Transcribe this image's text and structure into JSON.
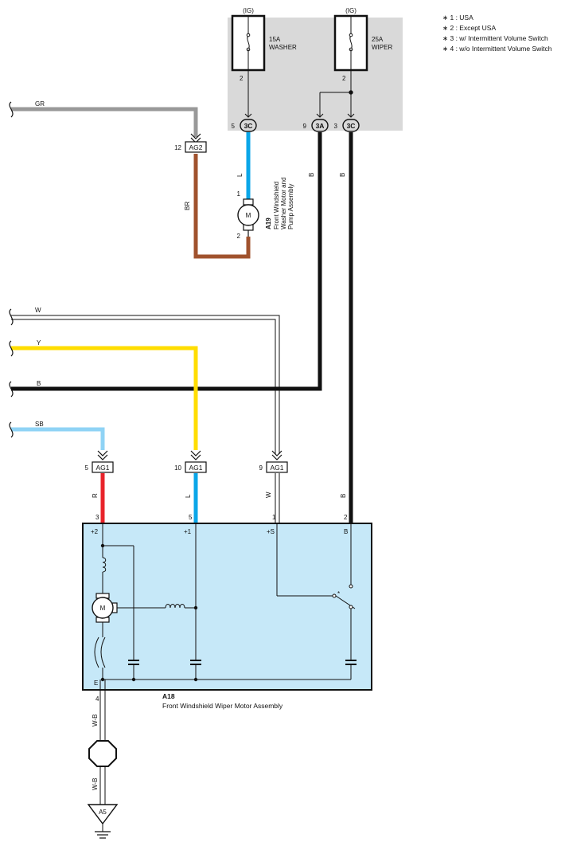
{
  "notes": [
    "∗ 1 : USA",
    "∗ 2 : Except USA",
    "∗ 3 : w/ Intermittent Volume Switch",
    "∗ 4 : w/o Intermittent Volume Switch"
  ],
  "fuses": {
    "washer": {
      "supply": "(IG)",
      "amp": "15A",
      "name": "WASHER",
      "pin": "2"
    },
    "wiper": {
      "supply": "(IG)",
      "amp": "25A",
      "name": "WIPER",
      "pin": "2"
    }
  },
  "connectors": {
    "c3c_washer": {
      "pin": "5",
      "label": "3C"
    },
    "c3a": {
      "pin": "9",
      "label": "3A"
    },
    "c3c_wiper": {
      "pin": "3",
      "label": "3C"
    },
    "ag2": {
      "pin": "12",
      "label": "AG2"
    },
    "ag1_sb": {
      "pin": "5",
      "label": "AG1"
    },
    "ag1_y": {
      "pin": "10",
      "label": "AG1"
    },
    "ag1_w": {
      "pin": "9",
      "label": "AG1"
    }
  },
  "wires": {
    "gr": "GR",
    "br": "BR",
    "l_washer": "L",
    "b_3a": "B",
    "b_3c": "B",
    "w": "W",
    "y": "Y",
    "b_left": "B",
    "sb": "SB",
    "r": "R",
    "l_motor": "L",
    "w_motor": "W",
    "b_motor": "B",
    "wb_upper": "W-B",
    "wb_lower": "W-B"
  },
  "washer_motor": {
    "id": "A19",
    "name_lines": [
      "Front Windshield",
      "Washer Motor and",
      "Pump Assembly"
    ],
    "pin_top": "1",
    "pin_bottom": "2",
    "symbol": "M"
  },
  "wiper_motor": {
    "id": "A18",
    "name": "Front Windshield Wiper Motor Assembly",
    "symbol": "M",
    "terminals": [
      {
        "pin": "3",
        "label": "+2"
      },
      {
        "pin": "5",
        "label": "+1"
      },
      {
        "pin": "1",
        "label": "+S"
      },
      {
        "pin": "2",
        "label": "B"
      }
    ],
    "ground_terminal": {
      "pin": "4",
      "label": "E"
    },
    "switch_mark": "*"
  },
  "ground": {
    "label": "A5"
  }
}
